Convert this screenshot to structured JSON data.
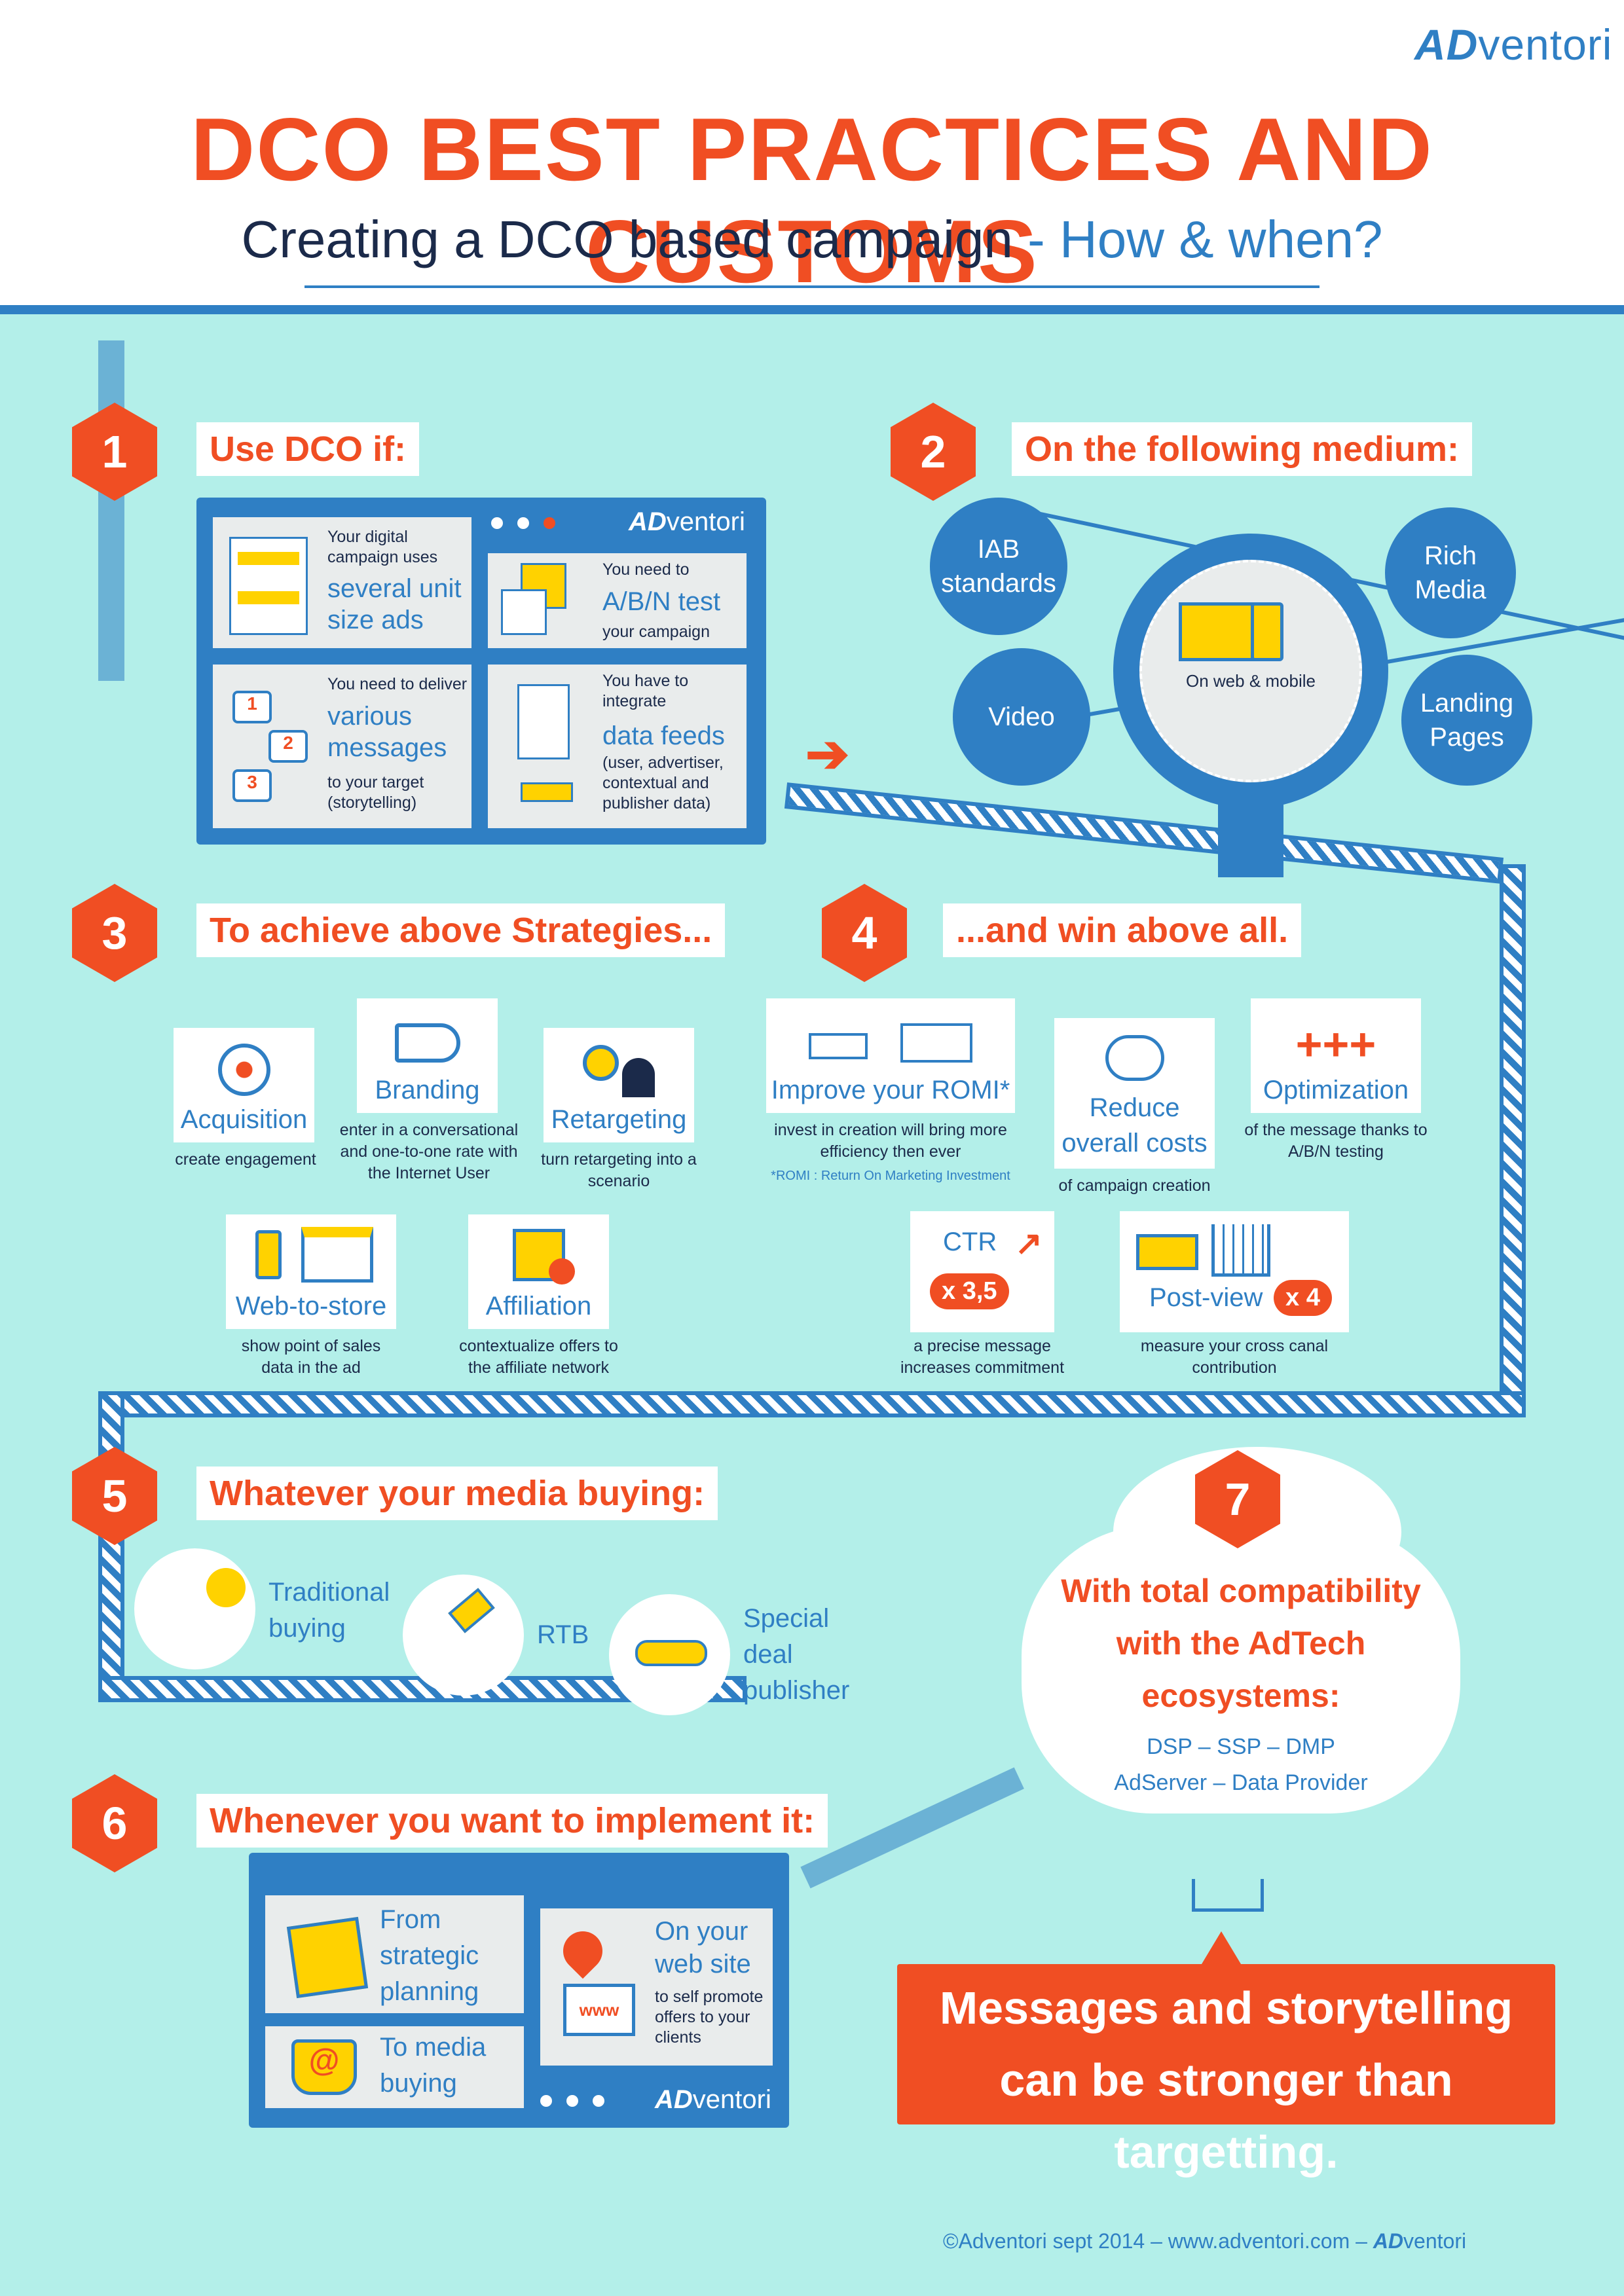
{
  "brand": {
    "logo_prefix": "AD",
    "logo_suffix": "ventori"
  },
  "header": {
    "title": "DCO BEST PRACTICES AND CUSTOMS",
    "subtitle_main": "Creating a DCO based campaign",
    "subtitle_accent": " - How & when?"
  },
  "steps": {
    "s1": {
      "num": "1",
      "label": "Use DCO if:"
    },
    "s2": {
      "num": "2",
      "label": "On the following medium:"
    },
    "s3": {
      "num": "3",
      "label": "To achieve above Strategies..."
    },
    "s4": {
      "num": "4",
      "label": "...and win above all."
    },
    "s5": {
      "num": "5",
      "label": "Whatever your media buying:"
    },
    "s6": {
      "num": "6",
      "label": "Whenever you want to implement it:"
    },
    "s7": {
      "num": "7"
    }
  },
  "use_dco": {
    "c1_small": "Your digital campaign uses",
    "c1_large": "several unit size ads",
    "c2_small": "You need to",
    "c2_large": "A/B/N test",
    "c2_small2": "your campaign",
    "c3_small": "You need to deliver",
    "c3_large": "various messages",
    "c3_small2": "to your target (storytelling)",
    "c4_small": "You have to integrate",
    "c4_large": "data feeds",
    "c4_small2": "(user, advertiser, contextual and publisher data)",
    "n1": "1",
    "n2": "2",
    "n3": "3"
  },
  "medium": {
    "iab": "IAB standards",
    "rich": "Rich Media",
    "video": "Video",
    "landing": "Landing Pages",
    "hub": "On web & mobile"
  },
  "strategies": {
    "acquisition": "Acquisition",
    "acquisition_cap": "create engagement",
    "branding": "Branding",
    "branding_cap": "enter in a conversational and one-to-one rate with the Internet User",
    "retargeting": "Retargeting",
    "retargeting_cap": "turn retargeting into a scenario",
    "webtostore": "Web-to-store",
    "webtostore_cap": "show point of sales data in the ad",
    "affiliation": "Affiliation",
    "affiliation_cap": "contextualize offers to the affiliate network"
  },
  "wins": {
    "romi": "Improve your ROMI*",
    "romi_cap": "invest in creation will bring more efficiency then ever",
    "romi_note": "*ROMI : Return On Marketing Investment",
    "reduce": "Reduce overall costs",
    "reduce_cap": "of campaign creation",
    "optim": "Optimization",
    "optim_cap": "of the message thanks to A/B/N testing",
    "ctr": "CTR",
    "ctr_badge": "x 3,5",
    "ctr_cap": "a precise message increases commitment",
    "postview": "Post-view",
    "postview_badge": "x 4",
    "postview_cap": "measure your cross canal contribution",
    "plus": "+++"
  },
  "buying": {
    "traditional": "Traditional buying",
    "rtb": "RTB",
    "special": "Special deal publisher"
  },
  "implement": {
    "strategic": "From strategic planning",
    "media": "To media buying",
    "web_large": "On your web site",
    "web_small": "to self promote offers to your clients",
    "www": "www",
    "at": "@"
  },
  "compat": {
    "line1": "With total compatibility",
    "line2": "with the AdTech",
    "line3": "ecosystems:",
    "line4": "DSP – SSP – DMP",
    "line5": "AdServer – Data Provider"
  },
  "banner": {
    "line1": "Messages and storytelling",
    "line2": "can be stronger than targetting."
  },
  "footer": {
    "text": "©Adventori sept 2014 – www.adventori.com –"
  },
  "colors": {
    "accent": "#f04e23",
    "brand": "#2f7fc4",
    "bg": "#b3efe9",
    "dark": "#1b2a4a"
  }
}
